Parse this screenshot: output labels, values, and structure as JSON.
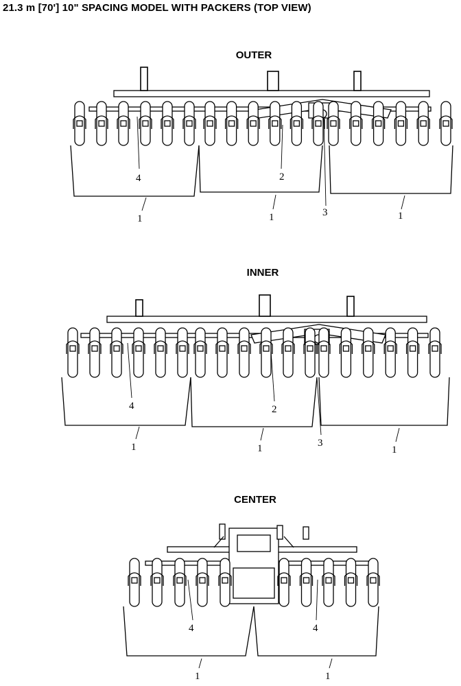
{
  "title": "21.3 m [70'] 10\" SPACING MODEL WITH PACKERS (TOP VIEW)",
  "sections": [
    {
      "id": "outer",
      "label": "OUTER",
      "callouts": [
        {
          "text": "4"
        },
        {
          "text": "2"
        },
        {
          "text": "3"
        },
        {
          "text": "1"
        },
        {
          "text": "1"
        },
        {
          "text": "1"
        }
      ]
    },
    {
      "id": "inner",
      "label": "INNER",
      "callouts": [
        {
          "text": "4"
        },
        {
          "text": "2"
        },
        {
          "text": "3"
        },
        {
          "text": "1"
        },
        {
          "text": "1"
        },
        {
          "text": "1"
        }
      ]
    },
    {
      "id": "center",
      "label": "CENTER",
      "callouts": [
        {
          "text": "4"
        },
        {
          "text": "4"
        },
        {
          "text": "1"
        },
        {
          "text": "1"
        }
      ]
    }
  ]
}
